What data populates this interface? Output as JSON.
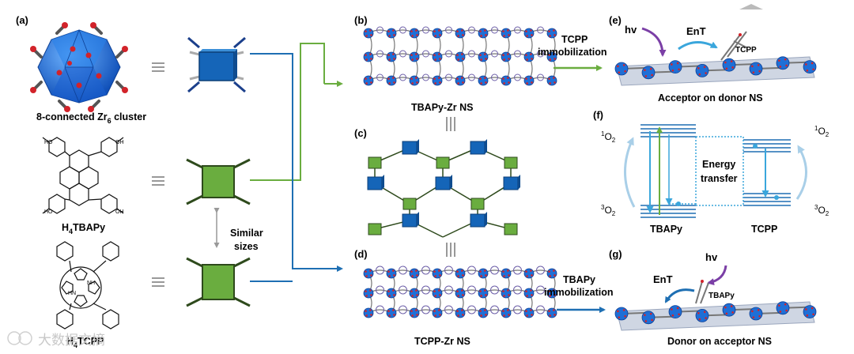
{
  "panels": {
    "a": "(a)",
    "b": "(b)",
    "c": "(c)",
    "d": "(d)",
    "e": "(e)",
    "f": "(f)",
    "g": "(g)"
  },
  "panel_a": {
    "cluster_caption_main": "8-connected Zr",
    "cluster_caption_sub": "6",
    "cluster_caption_end": " cluster",
    "tbapy_prefix": "H",
    "tbapy_sub": "4",
    "tbapy_name": "TBAPy",
    "tcpp_prefix": "H",
    "tcpp_sub": "4",
    "tcpp_name": "TCPP",
    "similar_line1": "Similar",
    "similar_line2": "sizes",
    "nh1": "NH",
    "nh2": "HN",
    "cooh_hoc": "HO",
    "cooh_oh": "OH",
    "cooh_o": "O"
  },
  "panel_b": {
    "caption": "TBAPy-Zr NS"
  },
  "panel_d": {
    "caption": "TCPP-Zr NS"
  },
  "arrows": {
    "tcpp_line1": "TCPP",
    "tcpp_line2": "immobilization",
    "tbapy_line1": "TBAPy",
    "tbapy_line2": "immobilization"
  },
  "panel_e": {
    "hv": "hv",
    "ent": "EnT",
    "mol": "TCPP",
    "caption": "Acceptor on donor NS"
  },
  "panel_g": {
    "hv": "hv",
    "ent": "EnT",
    "mol": "TBAPy",
    "caption": "Donor on acceptor NS"
  },
  "panel_f": {
    "o2_singlet_pre": "1",
    "o2_singlet": "O",
    "o2_singlet_sub": "2",
    "o2_triplet_pre": "3",
    "o2_triplet": "O",
    "o2_triplet_sub": "2",
    "energy_line1": "Energy",
    "energy_line2": "transfer",
    "left_label": "TBAPy",
    "right_label": "TCPP"
  },
  "watermark": "大数据文摘",
  "colors": {
    "green": "#6aad3f",
    "blue": "#1e6fb3",
    "lightblue": "#3aa6dc",
    "purple": "#7b3fa6",
    "cluster": "#1f6fd6",
    "oxygen": "#d2232a"
  }
}
